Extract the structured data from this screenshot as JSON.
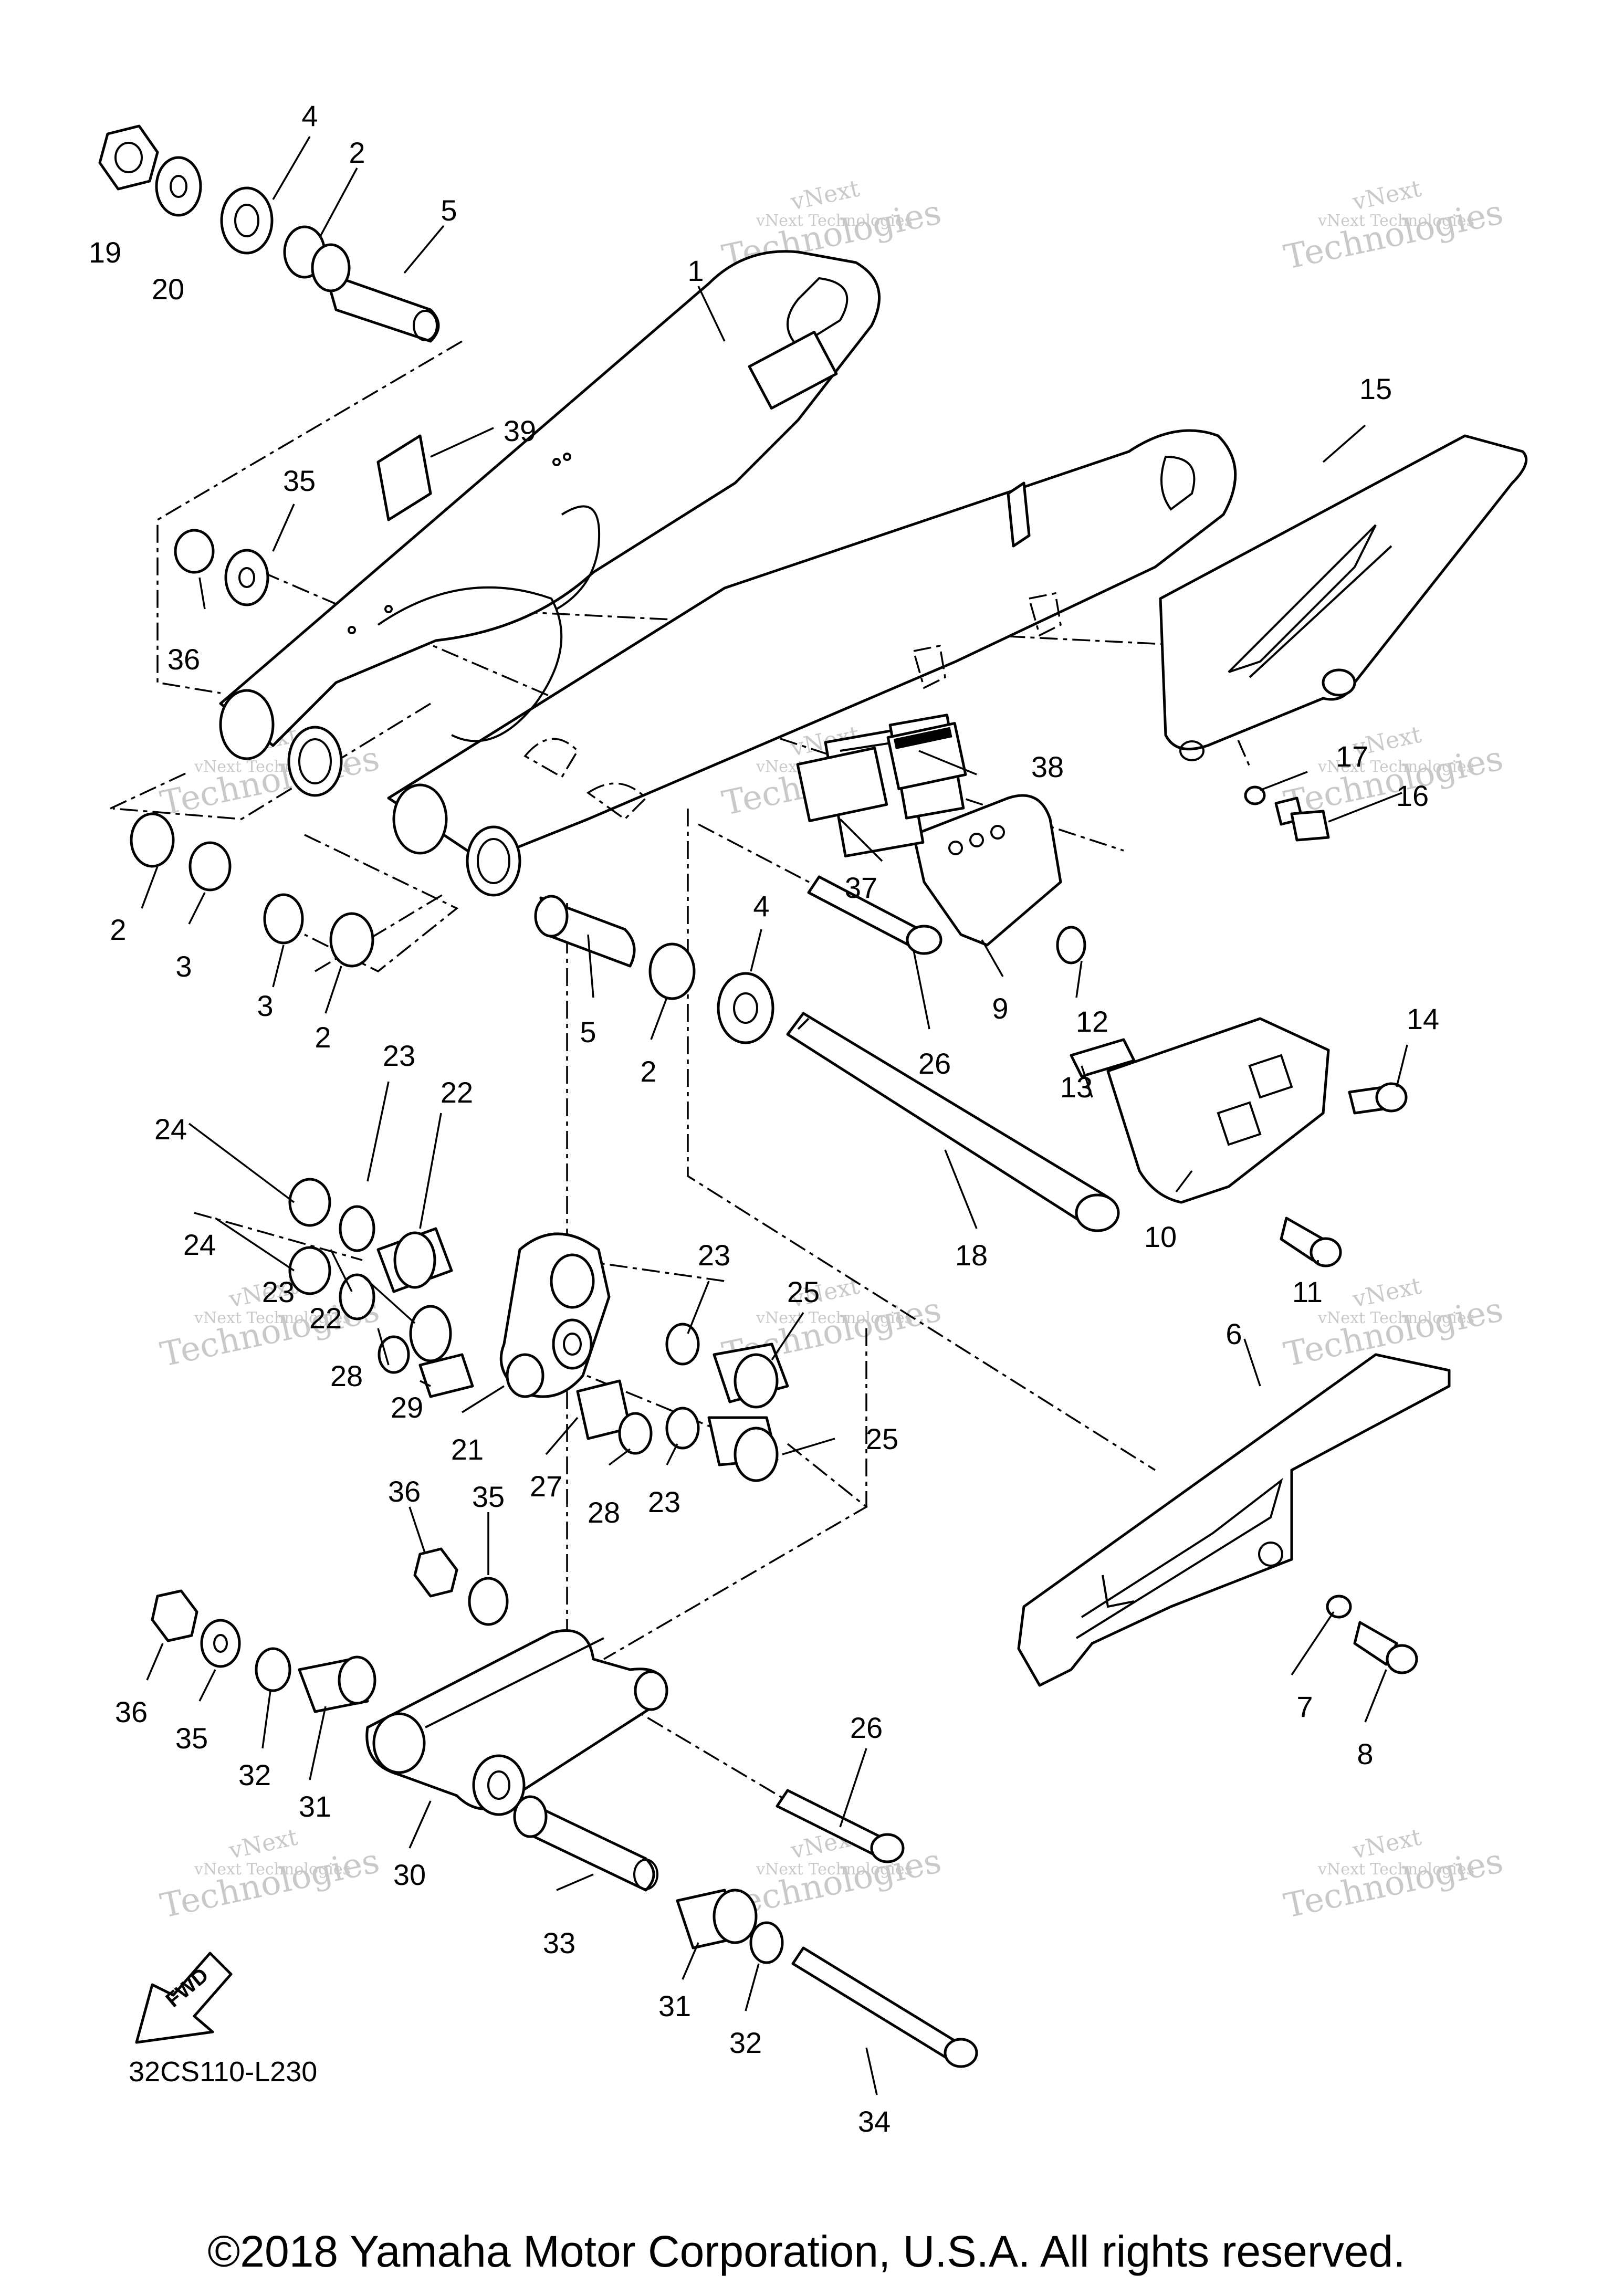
{
  "diagram": {
    "callouts": [
      {
        "id": "c19a",
        "text": "19"
      },
      {
        "id": "c20",
        "text": "20"
      },
      {
        "id": "c4a",
        "text": "4"
      },
      {
        "id": "c2a",
        "text": "2"
      },
      {
        "id": "c5a",
        "text": "5"
      },
      {
        "id": "c1",
        "text": "1"
      },
      {
        "id": "c15",
        "text": "15"
      },
      {
        "id": "c39",
        "text": "39"
      },
      {
        "id": "c35a",
        "text": "35"
      },
      {
        "id": "c36a",
        "text": "36"
      },
      {
        "id": "c38",
        "text": "38"
      },
      {
        "id": "c37",
        "text": "37"
      },
      {
        "id": "c17",
        "text": "17"
      },
      {
        "id": "c16",
        "text": "16"
      },
      {
        "id": "c2b",
        "text": "2"
      },
      {
        "id": "c3a",
        "text": "3"
      },
      {
        "id": "c3b",
        "text": "3"
      },
      {
        "id": "c2c",
        "text": "2"
      },
      {
        "id": "c5b",
        "text": "5"
      },
      {
        "id": "c2d",
        "text": "2"
      },
      {
        "id": "c4b",
        "text": "4"
      },
      {
        "id": "c26a",
        "text": "26"
      },
      {
        "id": "c9",
        "text": "9"
      },
      {
        "id": "c12",
        "text": "12"
      },
      {
        "id": "c14",
        "text": "14"
      },
      {
        "id": "c13",
        "text": "13"
      },
      {
        "id": "c23a",
        "text": "23"
      },
      {
        "id": "c22a",
        "text": "22"
      },
      {
        "id": "c24a",
        "text": "24"
      },
      {
        "id": "c24b",
        "text": "24"
      },
      {
        "id": "c23b",
        "text": "23"
      },
      {
        "id": "c22b",
        "text": "22"
      },
      {
        "id": "c28a",
        "text": "28"
      },
      {
        "id": "c29",
        "text": "29"
      },
      {
        "id": "c21",
        "text": "21"
      },
      {
        "id": "c23c",
        "text": "23"
      },
      {
        "id": "c25a",
        "text": "25"
      },
      {
        "id": "c25b",
        "text": "25"
      },
      {
        "id": "c27",
        "text": "27"
      },
      {
        "id": "c28b",
        "text": "28"
      },
      {
        "id": "c23d",
        "text": "23"
      },
      {
        "id": "c18",
        "text": "18"
      },
      {
        "id": "c10",
        "text": "10"
      },
      {
        "id": "c11",
        "text": "11"
      },
      {
        "id": "c6",
        "text": "6"
      },
      {
        "id": "c36b",
        "text": "36"
      },
      {
        "id": "c35b",
        "text": "35"
      },
      {
        "id": "c36c",
        "text": "36"
      },
      {
        "id": "c35c",
        "text": "35"
      },
      {
        "id": "c32a",
        "text": "32"
      },
      {
        "id": "c31a",
        "text": "31"
      },
      {
        "id": "c30",
        "text": "30"
      },
      {
        "id": "c26b",
        "text": "26"
      },
      {
        "id": "c33",
        "text": "33"
      },
      {
        "id": "c31b",
        "text": "31"
      },
      {
        "id": "c32b",
        "text": "32"
      },
      {
        "id": "c34",
        "text": "34"
      },
      {
        "id": "c7",
        "text": "7"
      },
      {
        "id": "c8",
        "text": "8"
      }
    ],
    "fwd_label": "FWD",
    "ref_code": "32CS110-L230",
    "watermark": {
      "line1": "vNext Technologies",
      "line2": "Technologies",
      "line3": "vNext"
    },
    "copyright": "©2018 Yamaha Motor Corporation, U.S.A. All rights reserved."
  }
}
